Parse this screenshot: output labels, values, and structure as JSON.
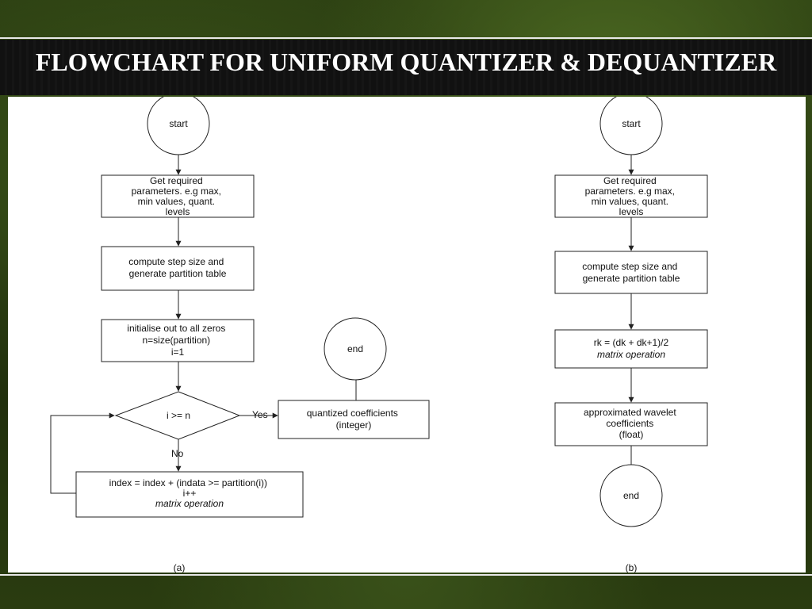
{
  "title": "FLOWCHART FOR UNIFORM QUANTIZER & DEQUANTIZER",
  "colors": {
    "title_text": "#ffffff",
    "panel_bg": "#ffffff",
    "line": "#222222",
    "background": "#2c3f12"
  },
  "quantizer": {
    "caption": "(a)",
    "start": "start",
    "get_params": [
      "Get required",
      "parameters. e.g max,",
      "min values, quant.",
      "levels"
    ],
    "compute": [
      "compute step size and",
      "generate partition table"
    ],
    "init": [
      "initialise out to all zeros",
      "n=size(partition)",
      "i=1"
    ],
    "decision": "i >= n",
    "yes_label": "Yes",
    "no_label": "No",
    "index_update": [
      "index = index + (indata >= partition(i))",
      "i++"
    ],
    "index_note": "matrix  operation",
    "output": [
      "quantized coefficients",
      "(integer)"
    ],
    "end": "end"
  },
  "dequantizer": {
    "caption": "(b)",
    "start": "start",
    "get_params": [
      "Get required",
      "parameters. e.g max,",
      "min values, quant.",
      "levels"
    ],
    "compute": [
      "compute step size and",
      "generate partition table"
    ],
    "formula": "rk = (dk  + dk+1)/2",
    "formula_note": "matrix operation",
    "output": [
      "approximated wavelet",
      "coefficients",
      "(float)"
    ],
    "end": "end"
  }
}
